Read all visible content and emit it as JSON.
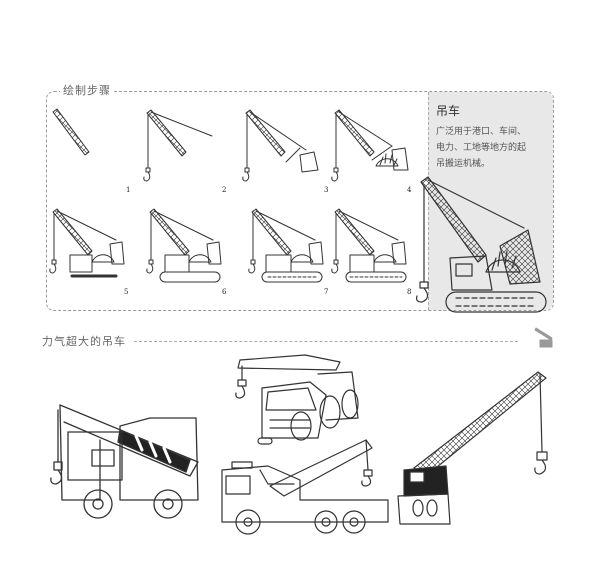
{
  "steps_section": {
    "title": "绘制步骤"
  },
  "info": {
    "title": "吊车",
    "lines": [
      "广泛用于港口、车间、",
      "电力、工地等地方的起",
      "吊搬运机械。"
    ]
  },
  "steps": [
    {
      "number": "1"
    },
    {
      "number": "2"
    },
    {
      "number": "3"
    },
    {
      "number": "4"
    },
    {
      "number": "5"
    },
    {
      "number": "6"
    },
    {
      "number": "7"
    },
    {
      "number": "8"
    }
  ],
  "showcase_section": {
    "title": "力气超大的吊车"
  }
}
